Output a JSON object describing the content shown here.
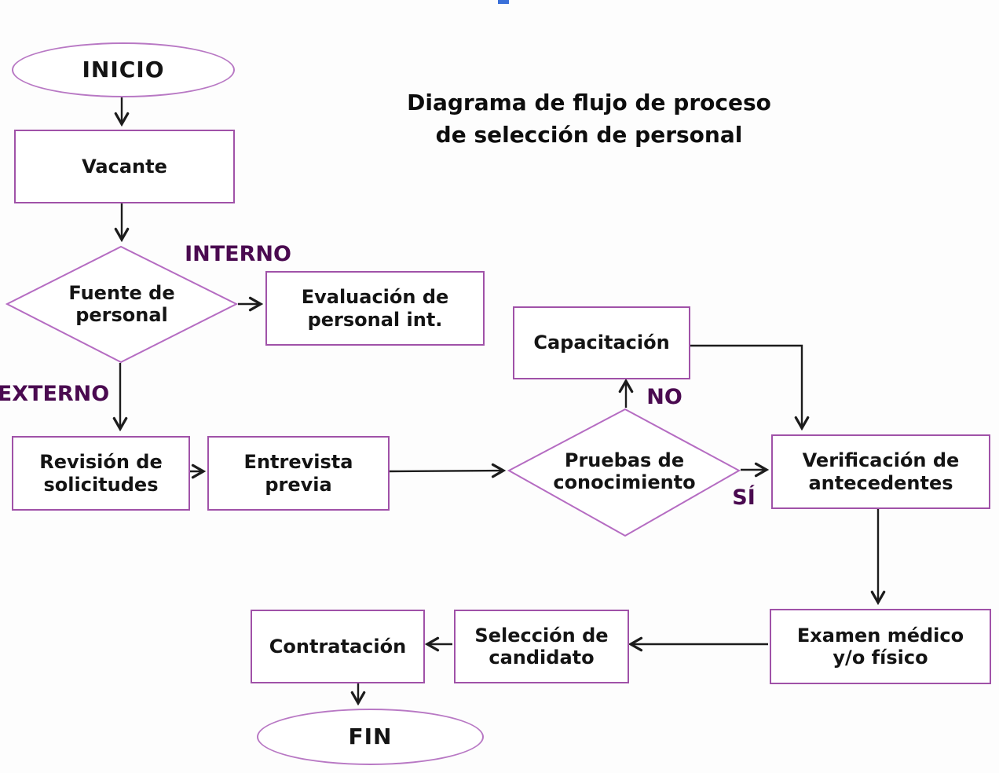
{
  "title": {
    "text": "Diagrama de flujo de proceso\nde selección de personal"
  },
  "nodes": {
    "inicio": "INICIO",
    "vacante": "Vacante",
    "fuente_personal": "Fuente de\npersonal",
    "evaluacion": "Evaluación de\npersonal int.",
    "revision": "Revisión de\nsolicitudes",
    "entrevista": "Entrevista\nprevia",
    "pruebas": "Pruebas de\nconocimiento",
    "capacitacion": "Capacitación",
    "verificacion": "Verificación de\nantecedentes",
    "examen": "Examen médico\ny/o físico",
    "seleccion": "Selección de\ncandidato",
    "contratacion": "Contratación",
    "fin": "FIN"
  },
  "branch_labels": {
    "interno": "INTERNO",
    "externo": "EXTERNO",
    "no": "NO",
    "si": "SÍ"
  },
  "colors": {
    "shape_border": "#a052a8",
    "diamond_border": "#b56cc2",
    "ellipse_border": "#b878c4",
    "label_purple": "#4a0a50",
    "arrow_color": "#1c1c1c",
    "top_bar": "#3a70d9"
  }
}
